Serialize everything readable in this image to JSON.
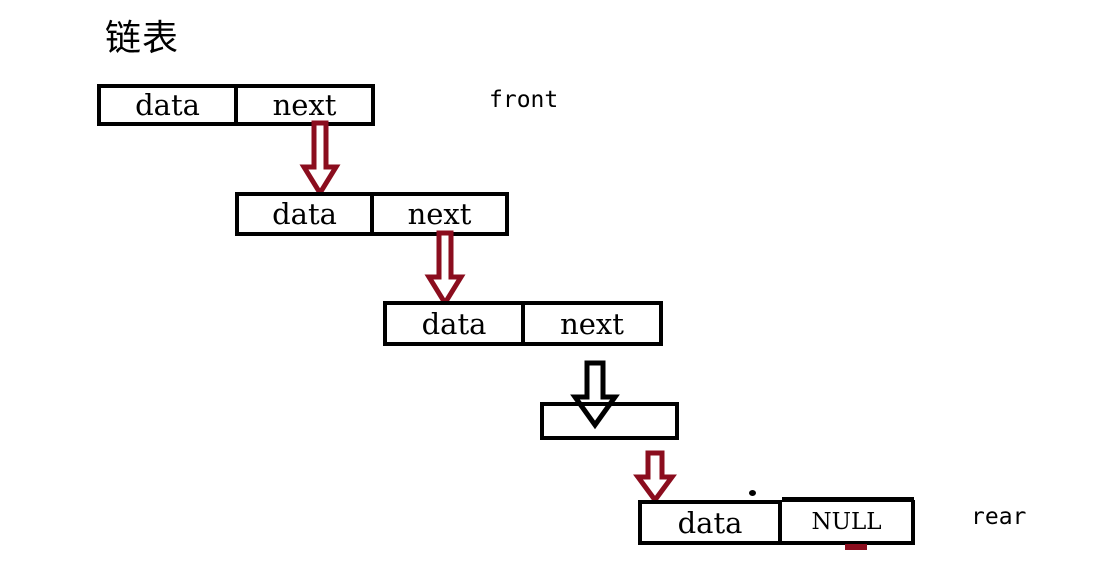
{
  "diagram": {
    "title": "链表",
    "node_label_data": "data",
    "node_label_next": "next",
    "node_label_null": "NULL",
    "pointer_front": "front",
    "pointer_rear": "rear",
    "colors": {
      "box_stroke": "#000000",
      "text": "#000000",
      "arrow_red": "#8B0D1E",
      "arrow_black": "#000000",
      "background": "#ffffff"
    },
    "nodes": [
      {
        "id": "node-1",
        "data": "data",
        "next": "next"
      },
      {
        "id": "node-2",
        "data": "data",
        "next": "next"
      },
      {
        "id": "node-3",
        "data": "data",
        "next": "next"
      },
      {
        "id": "node-4",
        "data": "data",
        "next": "NULL"
      }
    ],
    "empty_box": {
      "id": "empty-node",
      "label": ""
    },
    "arrows": [
      {
        "id": "arrow-1",
        "color": "#8B0D1E",
        "from": "node-1-next",
        "to": "node-2-data"
      },
      {
        "id": "arrow-2",
        "color": "#8B0D1E",
        "from": "node-2-next",
        "to": "node-3-data"
      },
      {
        "id": "arrow-3",
        "color": "#000000",
        "from": "node-3-next",
        "to": "empty-node"
      },
      {
        "id": "arrow-4",
        "color": "#8B0D1E",
        "from": "empty-node",
        "to": "node-4-data"
      }
    ]
  }
}
